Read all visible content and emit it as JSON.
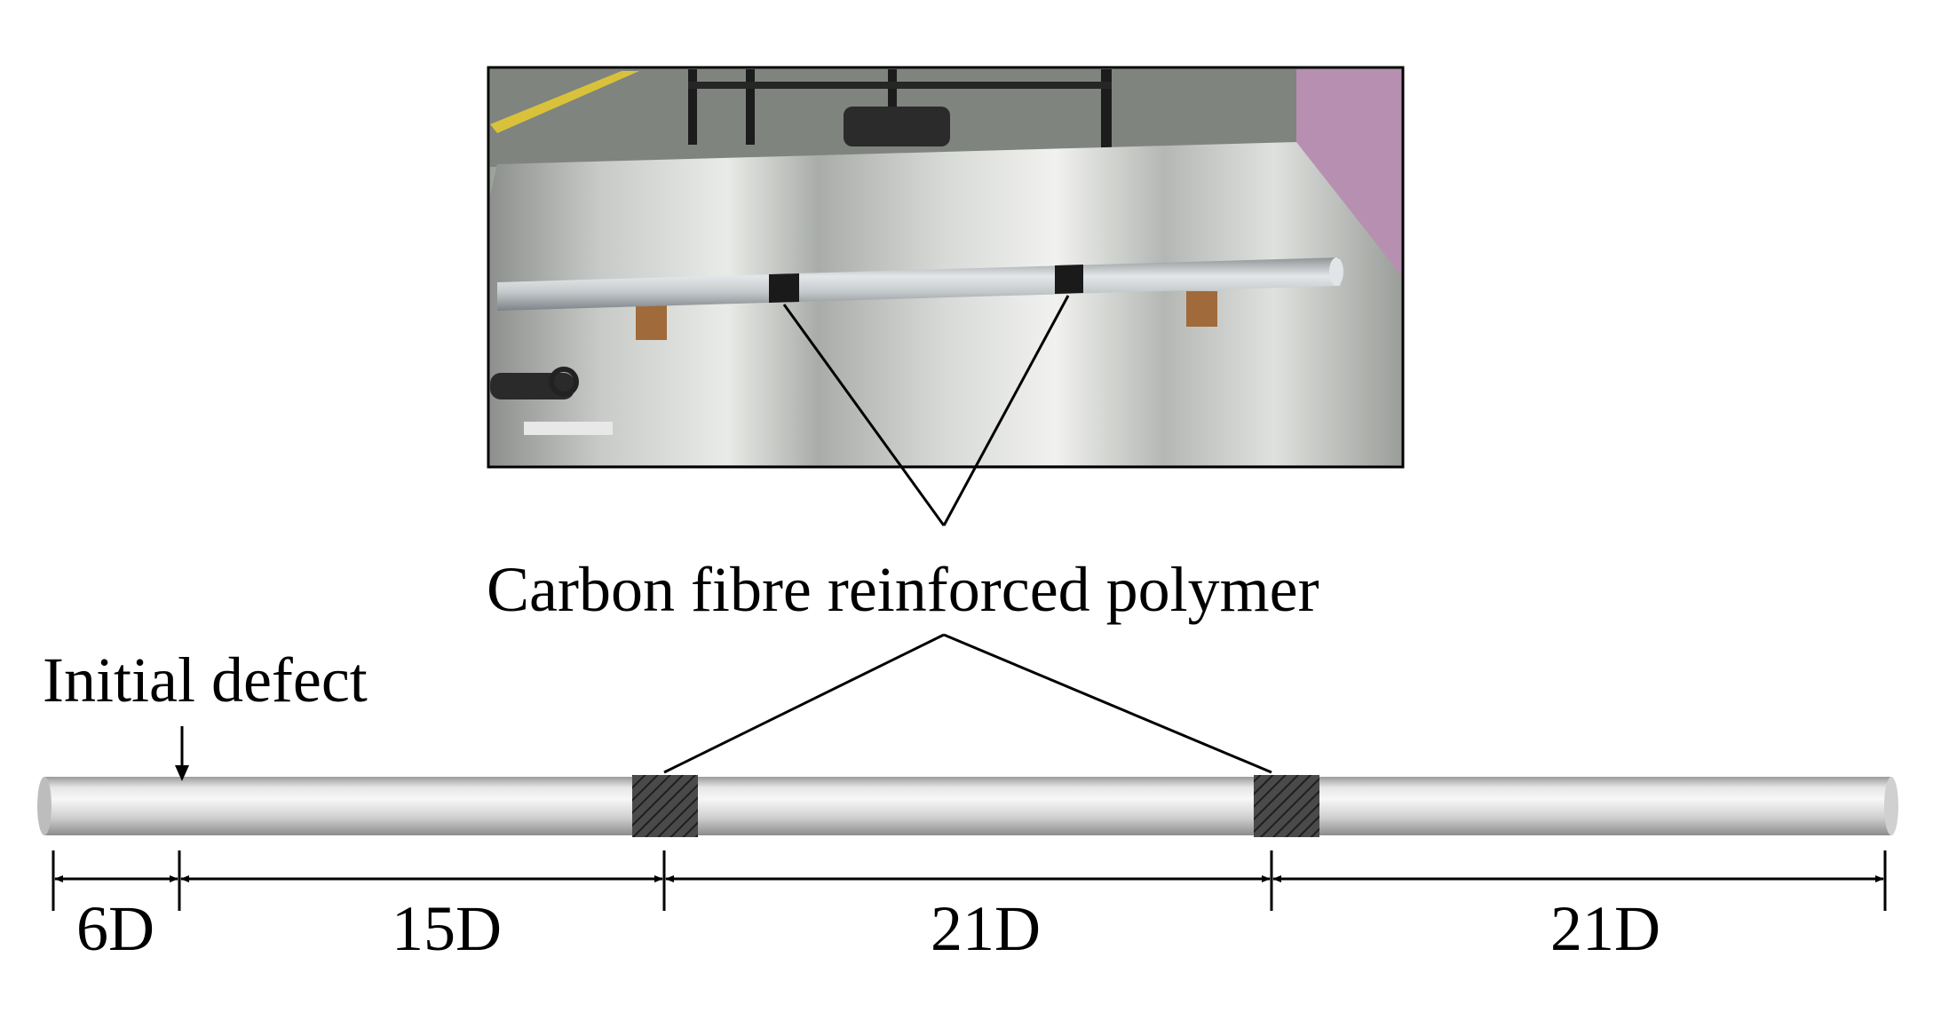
{
  "labels": {
    "cfrp": "Carbon fibre reinforced polymer",
    "initial_defect": "Initial defect"
  },
  "dimensions": [
    "6D",
    "15D",
    "21D",
    "21D"
  ],
  "colors": {
    "pipe_light": "#f2f2f2",
    "pipe_mid": "#c9c9c9",
    "pipe_dark": "#8f8f8f",
    "cfrp_band": "#3a3a3a",
    "photo_bg": "#9fa39e",
    "line": "#000000"
  },
  "icons": {
    "photo": "photo-of-pipe-specimen",
    "arrow": "down-arrow-icon"
  }
}
